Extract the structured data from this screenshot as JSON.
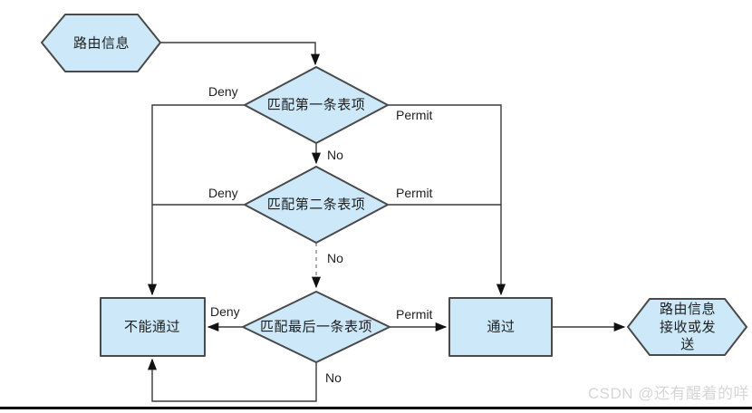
{
  "diagram": {
    "title": "route-filtering-flowchart",
    "nodes": {
      "start": {
        "label": "路由信息",
        "shape": "hexagon"
      },
      "match1": {
        "label": "匹配第一条表项",
        "shape": "diamond"
      },
      "match2": {
        "label": "匹配第二条表项",
        "shape": "diamond"
      },
      "match3": {
        "label": "匹配最后一条表项",
        "shape": "diamond"
      },
      "fail": {
        "label": "不能通过",
        "shape": "rect"
      },
      "pass": {
        "label": "通过",
        "shape": "rect"
      },
      "end": {
        "label": "路由信息\n接收或发送",
        "shape": "hexagon"
      }
    },
    "edge_labels": {
      "deny": "Deny",
      "permit": "Permit",
      "no": "No"
    },
    "colors": {
      "node_fill": "#cce8f9",
      "node_border": "#4a4a4a",
      "connector": "#3a3a3a",
      "dashed_connector": "#8a8a8a",
      "text": "#1f1f1f"
    }
  },
  "watermark": {
    "text": "CSDN @还有醒着的咩",
    "color": "#d6d6d6"
  }
}
